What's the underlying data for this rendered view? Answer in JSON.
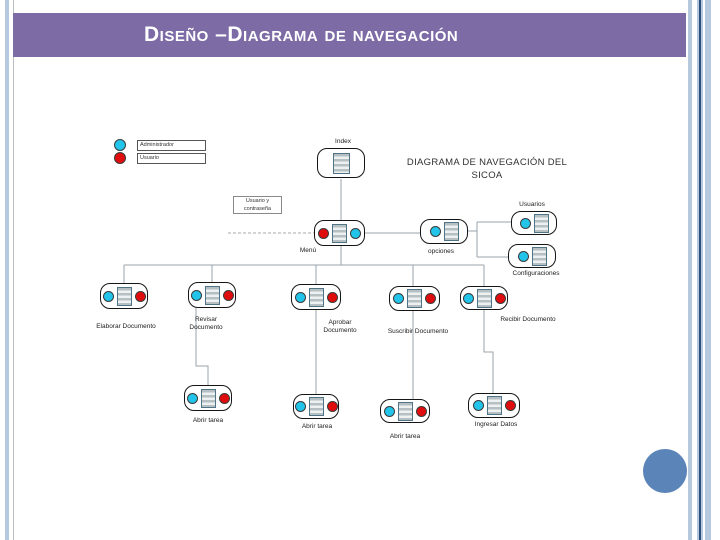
{
  "slide": {
    "header": {
      "title": "Diseño –Diagrama de navegación",
      "bg": "#7c6ba5",
      "text_color": "#ffffff"
    },
    "accent_circle_color": "#5b84b8",
    "edge_stripe_color": "#b7c9de"
  },
  "legend": {
    "items": [
      {
        "role": "Administrador",
        "color": "#22c4ea"
      },
      {
        "role": "Usuario",
        "color": "#df0d0d"
      }
    ]
  },
  "diagram": {
    "heading": "DIAGRAMA DE NAVEGACIÓN DEL\nSICOA",
    "login_label": "Usuario y\ncontraseña",
    "dot_colors": {
      "admin": "#22c4ea",
      "user": "#df0d0d"
    },
    "nodes": {
      "index": "Index",
      "menu": "Menú",
      "opciones": "opciones",
      "usuarios": "Usuarios",
      "configuraciones": "Configuraciones",
      "elaborar": "Elaborar Documento",
      "revisar": "Revisar\nDocumento",
      "aprobar": "Aprobar\nDocumento",
      "suscribir": "Suscribir Documento",
      "recibir": "Recibir Documento",
      "abrir_tarea_1": "Abrir tarea",
      "abrir_tarea_2": "Abrir tarea",
      "abrir_tarea_3": "Abrir tarea",
      "ingresar_datos": "Ingresar Datos"
    }
  }
}
